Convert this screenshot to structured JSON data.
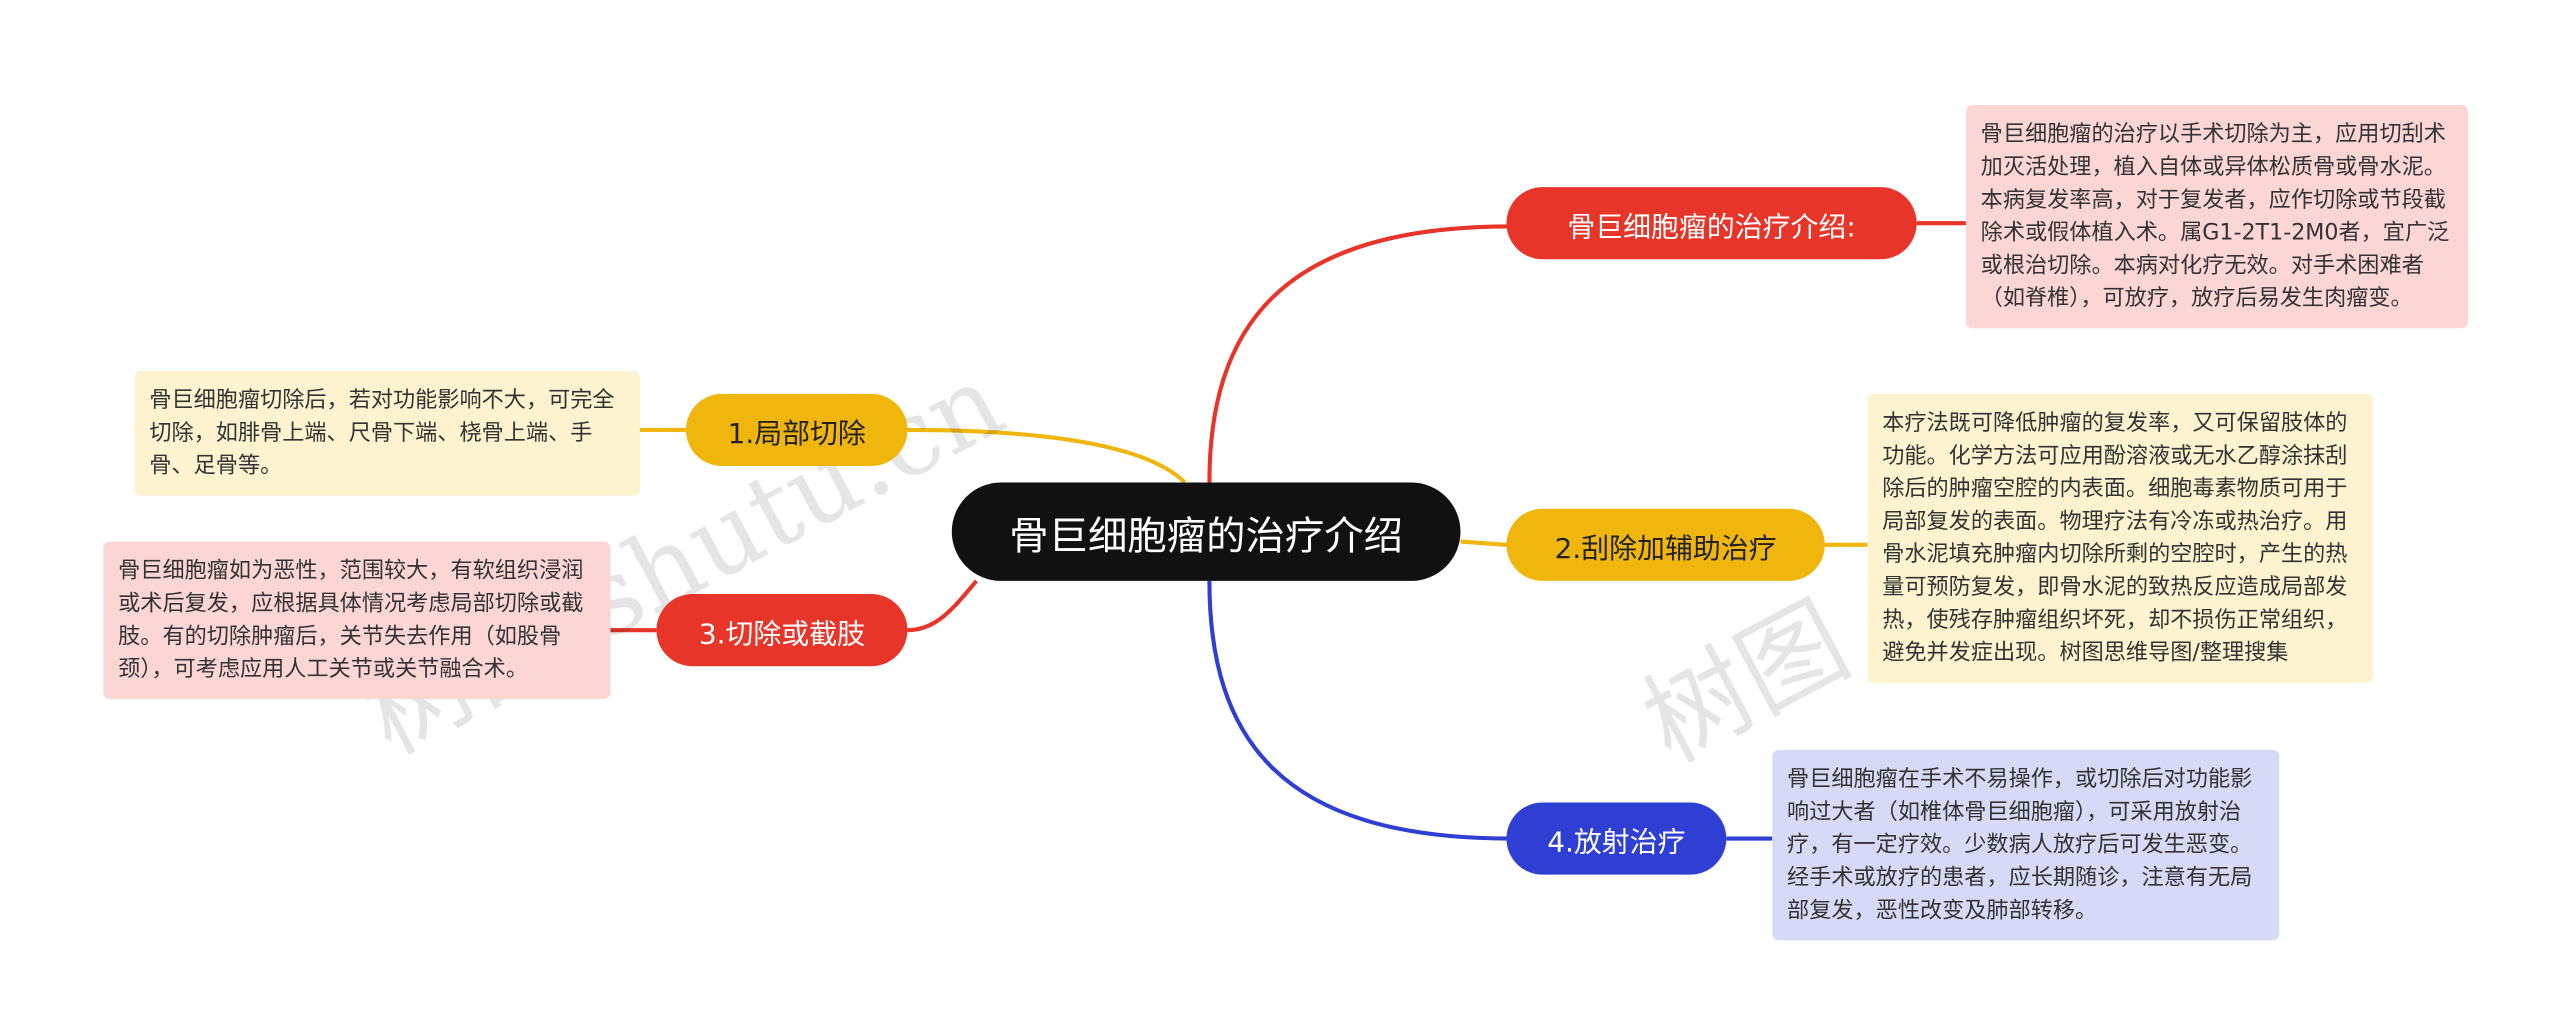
{
  "root": {
    "label": "骨巨细胞瘤的治疗介绍"
  },
  "colors": {
    "red": "#e8352a",
    "yellow": "#f0b60e",
    "blue": "#2f3fd4",
    "dark": "#111111",
    "note_red": "#fbd6d4",
    "note_yellow": "#fdf3cf",
    "note_blue": "#d6daf7"
  },
  "branches": [
    {
      "label": "骨巨细胞瘤的治疗介绍:",
      "note": "骨巨细胞瘤的治疗以手术切除为主，应用切刮术加灭活处理，植入自体或异体松质骨或骨水泥。本病复发率高，对于复发者，应作切除或节段截除术或假体植入术。属G1-2T1-2M0者，宜广泛或根治切除。本病对化疗无效。对手术困难者（如脊椎），可放疗，放疗后易发生肉瘤变。"
    },
    {
      "label": "2.刮除加辅助治疗",
      "note": "本疗法既可降低肿瘤的复发率，又可保留肢体的功能。化学方法可应用酚溶液或无水乙醇涂抹刮除后的肿瘤空腔的内表面。细胞毒素物质可用于局部复发的表面。物理疗法有冷冻或热治疗。用骨水泥填充肿瘤内切除所剩的空腔时，产生的热量可预防复发，即骨水泥的致热反应造成局部发热，使残存肿瘤组织坏死，却不损伤正常组织，避免并发症出现。树图思维导图/整理搜集"
    },
    {
      "label": "4.放射治疗",
      "note": "骨巨细胞瘤在手术不易操作，或切除后对功能影响过大者（如椎体骨巨细胞瘤），可采用放射治疗，有一定疗效。少数病人放疗后可发生恶变。经手术或放疗的患者，应长期随诊，注意有无局部复发，恶性改变及肺部转移。"
    },
    {
      "label": "1.局部切除",
      "note": "骨巨细胞瘤切除后，若对功能影响不大，可完全切除，如腓骨上端、尺骨下端、桡骨上端、手骨、足骨等。"
    },
    {
      "label": "3.切除或截肢",
      "note": "骨巨细胞瘤如为恶性，范围较大，有软组织浸润或术后复发，应根据具体情况考虑局部切除或截肢。有的切除肿瘤后，关节失去作用（如股骨颈），可考虑应用人工关节或关节融合术。"
    }
  ],
  "watermarks": [
    "树图 shutu.cn",
    "树图 shutu.cn"
  ]
}
